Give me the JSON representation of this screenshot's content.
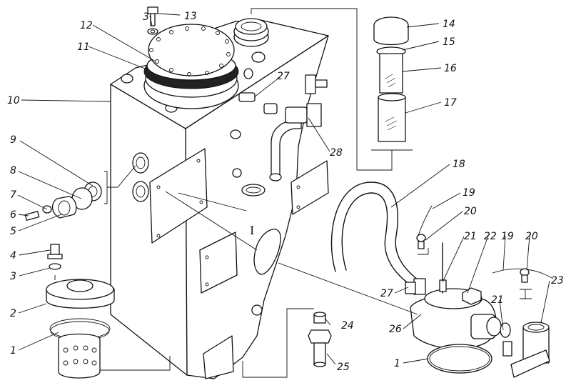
{
  "callouts": {
    "c1a": "1",
    "c1b": "1",
    "c2": "2",
    "c3a": "3",
    "c3b": "3",
    "c4": "4",
    "c5": "5",
    "c6": "6",
    "c7": "7",
    "c8": "8",
    "c9": "9",
    "c10": "10",
    "c11": "11",
    "c12": "12",
    "c13": "13",
    "c14": "14",
    "c15": "15",
    "c16": "16",
    "c17": "17",
    "c18": "18",
    "c19a": "19",
    "c19b": "19",
    "c20a": "20",
    "c20b": "20",
    "c21a": "21",
    "c21b": "21",
    "c22": "22",
    "c23": "23",
    "c24": "24",
    "c25": "25",
    "c26": "26",
    "c27a": "27",
    "c27b": "27",
    "c28": "28",
    "view": "I"
  }
}
